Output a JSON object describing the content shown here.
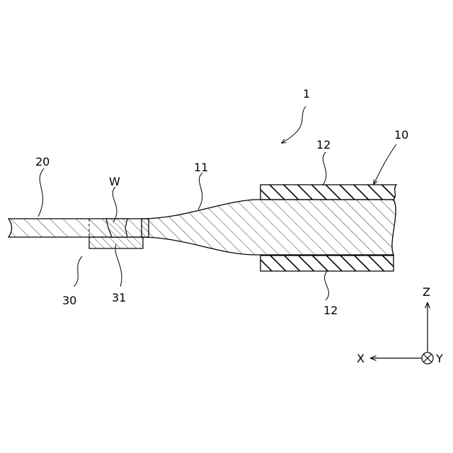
{
  "labels": {
    "assembly": "1",
    "conductor_wire": "10",
    "core": "11",
    "insulation_top": "12",
    "insulation_bottom": "12",
    "terminal": "20",
    "weld": "W",
    "holder": "30",
    "holder_part": "31"
  },
  "axes": {
    "z": "Z",
    "x": "X",
    "y": "Y"
  }
}
